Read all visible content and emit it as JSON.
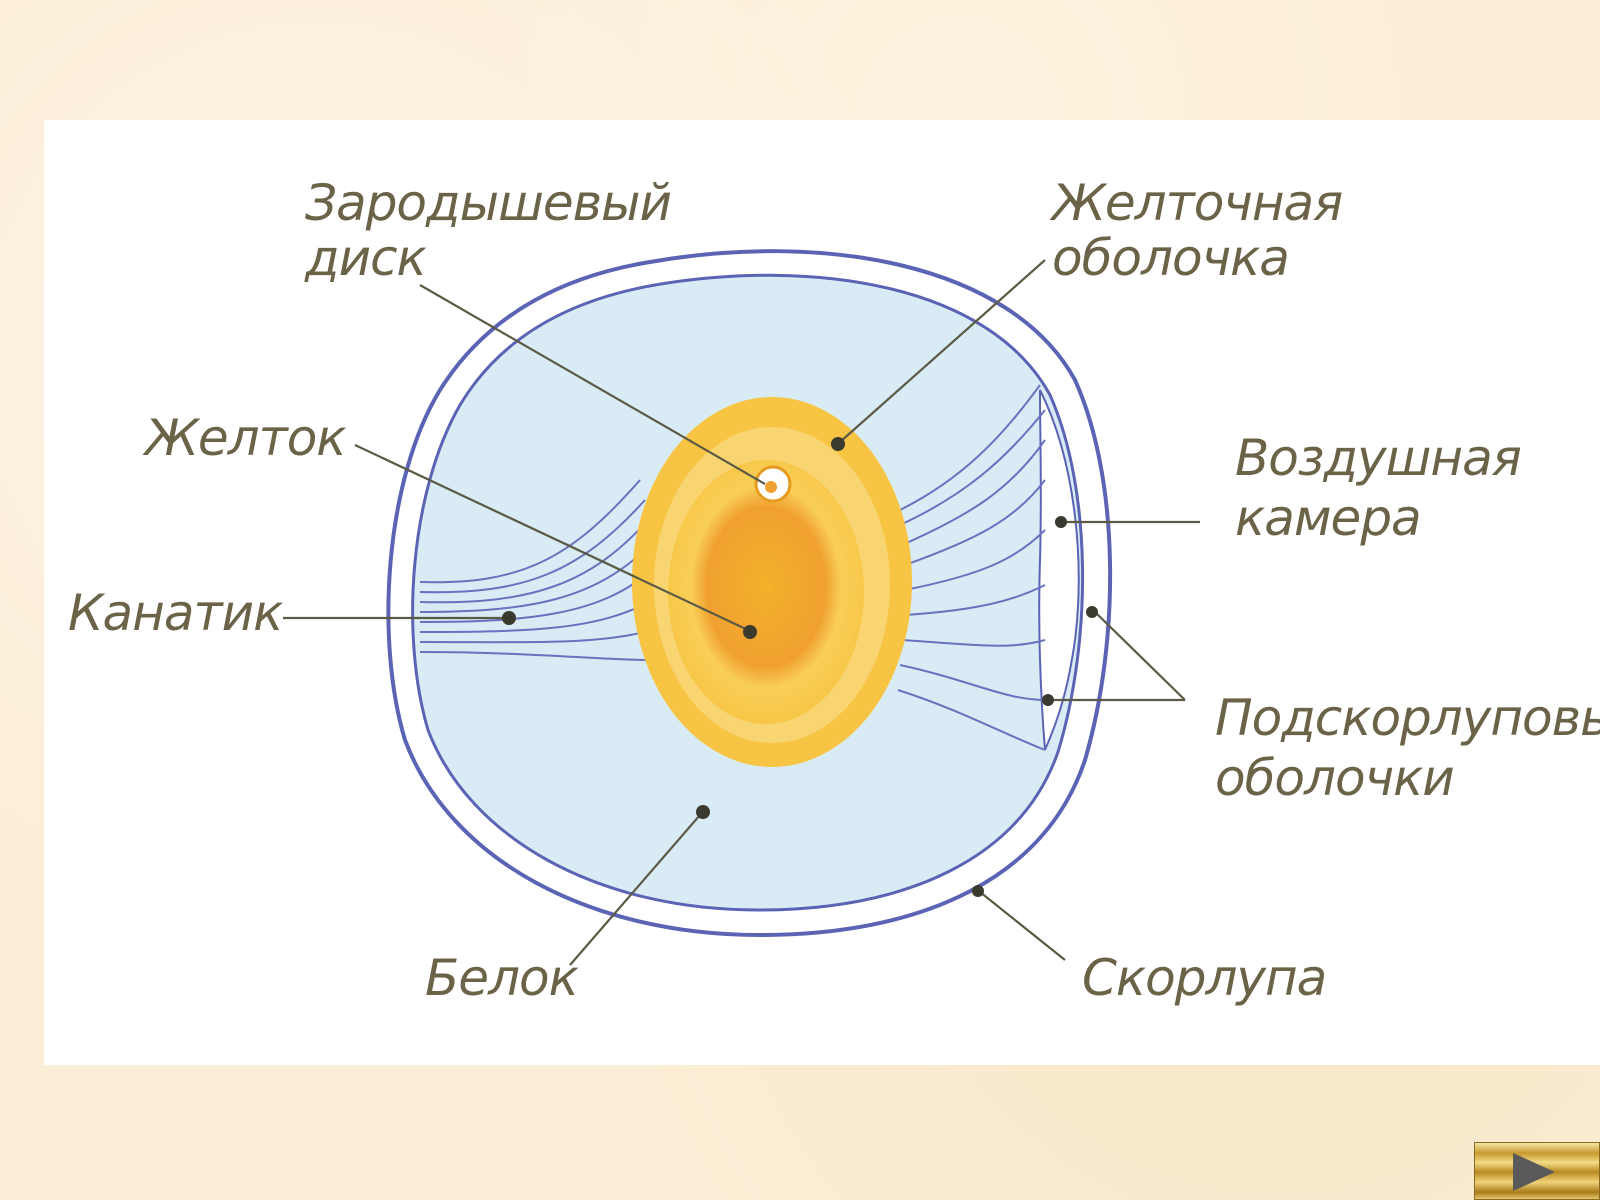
{
  "labels": {
    "germinal_disc_line1": "Зародышевый",
    "germinal_disc_line2": "диск",
    "vitelline_membrane_line1": "Желточная",
    "vitelline_membrane_line2": "оболочка",
    "yolk": "Желток",
    "air_cell_line1": "Воздушная",
    "air_cell_line2": "камера",
    "chalaza": "Канатик",
    "shell_membranes_line1": "Подскорлуповые",
    "shell_membranes_line2": "оболочки",
    "albumen": "Белок",
    "shell": "Скорлупа"
  },
  "colors": {
    "outline": "#5b63b5",
    "albumen": "#d9ecf5",
    "yolk_outer": "#f7c443",
    "yolk_inner": "#f0a830",
    "label_text": "#6b6347"
  },
  "nav": {
    "next_icon": "play-arrow-icon"
  }
}
